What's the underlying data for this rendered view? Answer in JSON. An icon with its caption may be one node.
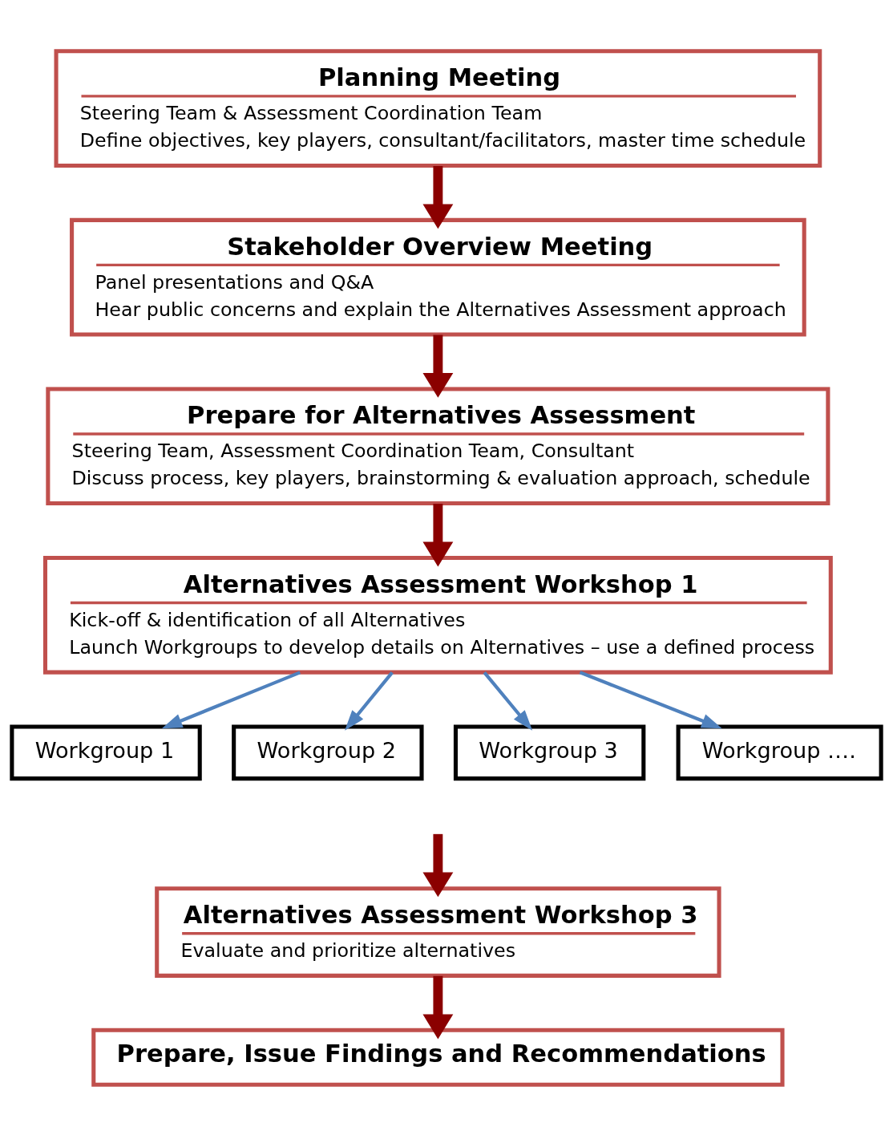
{
  "diagram": {
    "nodes": [
      {
        "text": [
          "Planning Meeting",
          "Steering Team & Assessment Coordination Team",
          "Define objectives, key players, consultant/facilitators, master time schedule"
        ]
      },
      {
        "text": [
          "Stakeholder Overview Meeting",
          "Panel presentations and Q&A",
          "Hear public concerns and explain the Alternatives Assessment approach"
        ]
      },
      {
        "text": [
          "Prepare for Alternatives Assessment",
          "Steering Team, Assessment Coordination Team, Consultant",
          "Discuss process, key players, brainstorming & evaluation approach, schedule"
        ]
      },
      {
        "text": [
          "Alternatives Assessment Workshop 1",
          "Kick-off & identification of all Alternatives",
          "Launch Workgroups to develop details on Alternatives – use a defined process"
        ]
      },
      {
        "text": [
          "Workgroup 1"
        ]
      },
      {
        "text": [
          "Workgroup 2"
        ]
      },
      {
        "text": [
          "Workgroup 3"
        ]
      },
      {
        "text": [
          "Workgroup …."
        ]
      },
      {
        "text": [
          "Alternatives Assessment Workshop 3",
          "Evaluate and prioritize alternatives"
        ]
      },
      {
        "text": [
          "Prepare, Issue Findings and Recommendations"
        ]
      }
    ],
    "edges": [
      {
        "from": 0,
        "to": 1,
        "arrow": "to"
      },
      {
        "from": 1,
        "to": 2,
        "arrow": "to"
      },
      {
        "from": 2,
        "to": 3,
        "arrow": "to"
      },
      {
        "from": 3,
        "to": 4,
        "arrow": "to",
        "color": "#4f81bd"
      },
      {
        "from": 3,
        "to": 5,
        "arrow": "to",
        "color": "#4f81bd"
      },
      {
        "from": 3,
        "to": 6,
        "arrow": "to",
        "color": "#4f81bd"
      },
      {
        "from": 3,
        "to": 7,
        "arrow": "to",
        "color": "#4f81bd"
      },
      {
        "from": null,
        "to": 8,
        "arrow": "to"
      },
      {
        "from": 8,
        "to": 9,
        "arrow": "to"
      }
    ]
  }
}
